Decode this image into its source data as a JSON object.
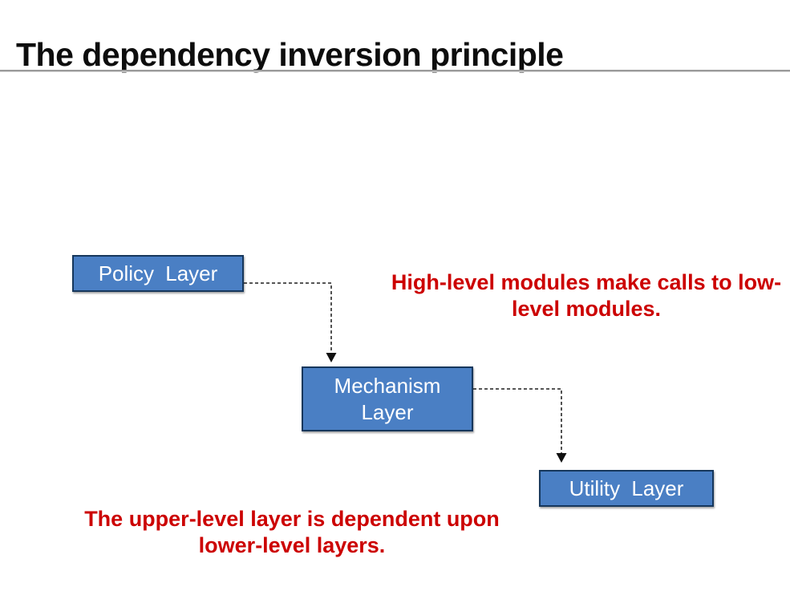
{
  "slide": {
    "title": "The dependency inversion principle"
  },
  "diagram": {
    "boxes": [
      {
        "id": "policy",
        "label": "Policy Layer"
      },
      {
        "id": "mechanism",
        "label": "Mechanism Layer"
      },
      {
        "id": "utility",
        "label": "Utility Layer"
      }
    ],
    "arrows": [
      {
        "id": "policy-to-mechanism",
        "from": "policy",
        "to": "mechanism",
        "style": "dashed-elbow"
      },
      {
        "id": "mechanism-to-utility",
        "from": "mechanism",
        "to": "utility",
        "style": "dashed-elbow"
      }
    ],
    "annotations": [
      {
        "id": "high-level-note",
        "text": "High-level modules make calls to low-level modules."
      },
      {
        "id": "upper-level-note",
        "text": "The upper-level layer is dependent upon lower-level layers."
      }
    ],
    "colors": {
      "box_fill": "#4a7fc4",
      "box_border": "#16375c",
      "box_text": "#ffffff",
      "annotation_text": "#cc0000",
      "arrow_stroke": "#3f3f3f",
      "title_text": "#0d0d0d",
      "divider": "#9a9a9a",
      "background": "#ffffff"
    }
  }
}
